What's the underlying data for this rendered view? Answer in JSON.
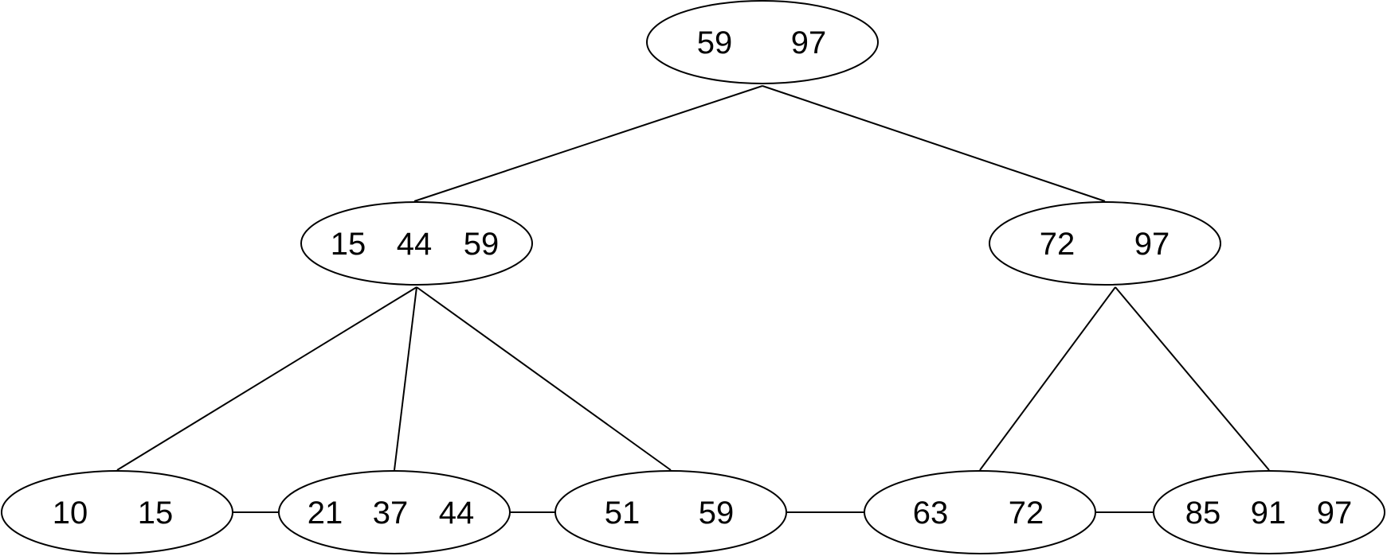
{
  "tree": {
    "nodes": [
      {
        "id": "root",
        "keys": [
          "59",
          "97"
        ]
      },
      {
        "id": "internal-left",
        "keys": [
          "15",
          "44",
          "59"
        ]
      },
      {
        "id": "internal-right",
        "keys": [
          "72",
          "97"
        ]
      },
      {
        "id": "leaf-1",
        "keys": [
          "10",
          "15"
        ]
      },
      {
        "id": "leaf-2",
        "keys": [
          "21",
          "37",
          "44"
        ]
      },
      {
        "id": "leaf-3",
        "keys": [
          "51",
          "59"
        ]
      },
      {
        "id": "leaf-4",
        "keys": [
          "63",
          "72"
        ]
      },
      {
        "id": "leaf-5",
        "keys": [
          "85",
          "91",
          "97"
        ]
      }
    ],
    "edges": [
      {
        "from": "root",
        "to": "internal-left"
      },
      {
        "from": "root",
        "to": "internal-right"
      },
      {
        "from": "internal-left",
        "to": "leaf-1"
      },
      {
        "from": "internal-left",
        "to": "leaf-2"
      },
      {
        "from": "internal-left",
        "to": "leaf-3"
      },
      {
        "from": "internal-right",
        "to": "leaf-4"
      },
      {
        "from": "internal-right",
        "to": "leaf-5"
      }
    ],
    "leaf_links": [
      {
        "from": "leaf-1",
        "to": "leaf-2"
      },
      {
        "from": "leaf-2",
        "to": "leaf-3"
      },
      {
        "from": "leaf-3",
        "to": "leaf-4"
      },
      {
        "from": "leaf-4",
        "to": "leaf-5"
      }
    ]
  }
}
